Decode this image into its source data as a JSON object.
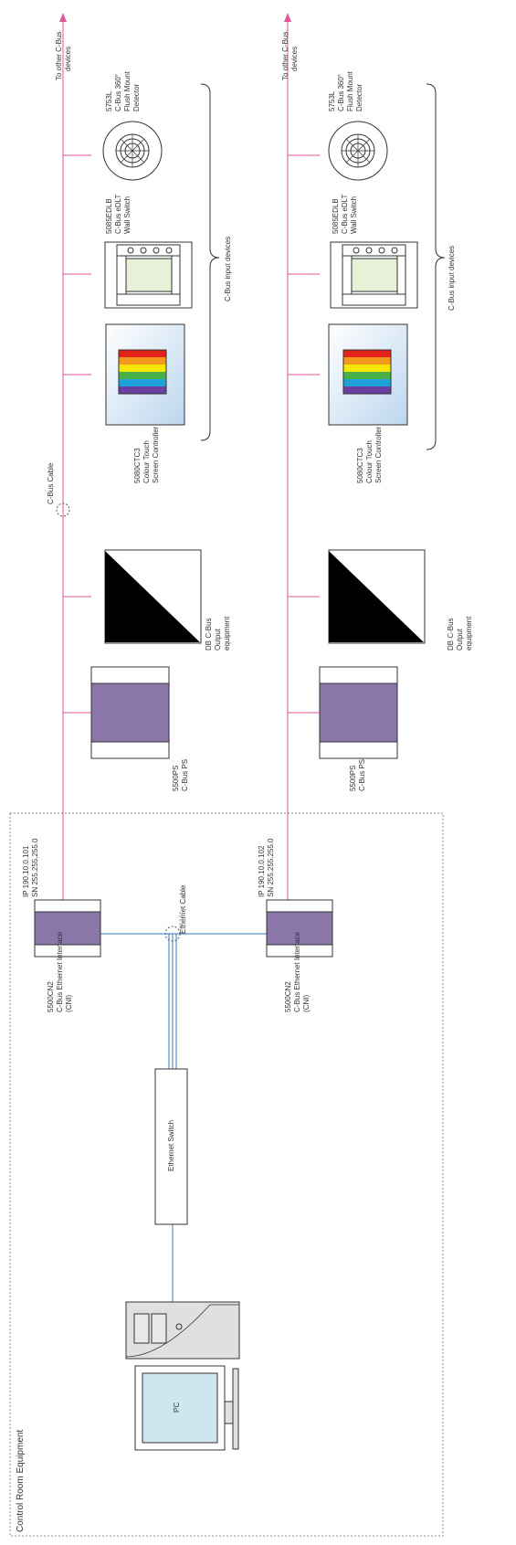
{
  "colors": {
    "cbus_cable": "#e0559b",
    "ethernet_cable": "#2e7dc4",
    "module_purple": "#8a76a8",
    "display_lcd": "#e8f2d8",
    "screen_panel": "#cfe3f3",
    "pc_screen": "#cde6ef",
    "tower": "#e0e0e0"
  },
  "region": {
    "label": "Control Room Equipment"
  },
  "pc": {
    "label": "PC"
  },
  "switch": {
    "label": "Ethernet Switch"
  },
  "ethernet_cable": {
    "label": "Ethernet Cable"
  },
  "networks": [
    {
      "cni_label": [
        "5500CN2",
        "C-Bus Ethernet Interface",
        "(CNI)"
      ],
      "cni_address": [
        "IP 190.10.0.101",
        "SN 255.255.255.0"
      ],
      "cable_label": "C-Bus Cable",
      "power_supply_label": [
        "5500PS",
        "C-Bus PS"
      ],
      "output_label": [
        "DB C-Bus",
        "Output",
        "equipment"
      ],
      "touch_screen_label": [
        "5080CTC3",
        "Colour Touch",
        "Screen Controller"
      ],
      "wall_switch_label": [
        "5085EDLB",
        "C-Bus eDLT",
        "Wall Switch"
      ],
      "detector_label": [
        "5753L",
        "C-Bus 360°",
        "Flush Mount",
        "Detector"
      ],
      "other_devices_label": [
        "To other C-Bus",
        "devices"
      ],
      "input_devices_label": "C-Bus input devices"
    },
    {
      "cni_label": [
        "5500CN2",
        "C-Bus Ethernet Interface",
        "(CNI)"
      ],
      "cni_address": [
        "IP 190.10.0.102",
        "SN 255.255.255.0"
      ],
      "power_supply_label": [
        "5500PS",
        "C-Bus PS"
      ],
      "output_label": [
        "DB C-Bus",
        "Output",
        "equipment"
      ],
      "touch_screen_label": [
        "5080CTC3",
        "Colour Touch",
        "Screen Controller"
      ],
      "wall_switch_label": [
        "5085EDLB",
        "C-Bus eDLT",
        "Wall Switch"
      ],
      "detector_label": [
        "5753L",
        "C-Bus 360°",
        "Flush Mount",
        "Detector"
      ],
      "other_devices_label": [
        "To other C-Bus",
        "devices"
      ],
      "input_devices_label": "C-Bus input devices"
    }
  ]
}
